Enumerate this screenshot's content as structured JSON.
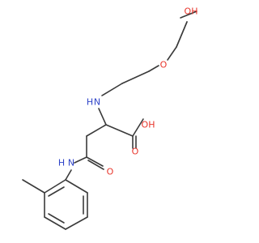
{
  "molecule": {
    "atoms": {
      "hydroxyl_o": "OH",
      "ether_o": "O",
      "amine_n": "N",
      "amine_h": "H",
      "acid_oh": "OH",
      "acid_o": "O",
      "amide_o": "O",
      "amide_n": "N",
      "amide_h": "H"
    },
    "colors": {
      "bond": "#3a3a3a",
      "oxygen": "#e8352b",
      "nitrogen": "#2e43c8",
      "background": "#ffffff"
    }
  }
}
